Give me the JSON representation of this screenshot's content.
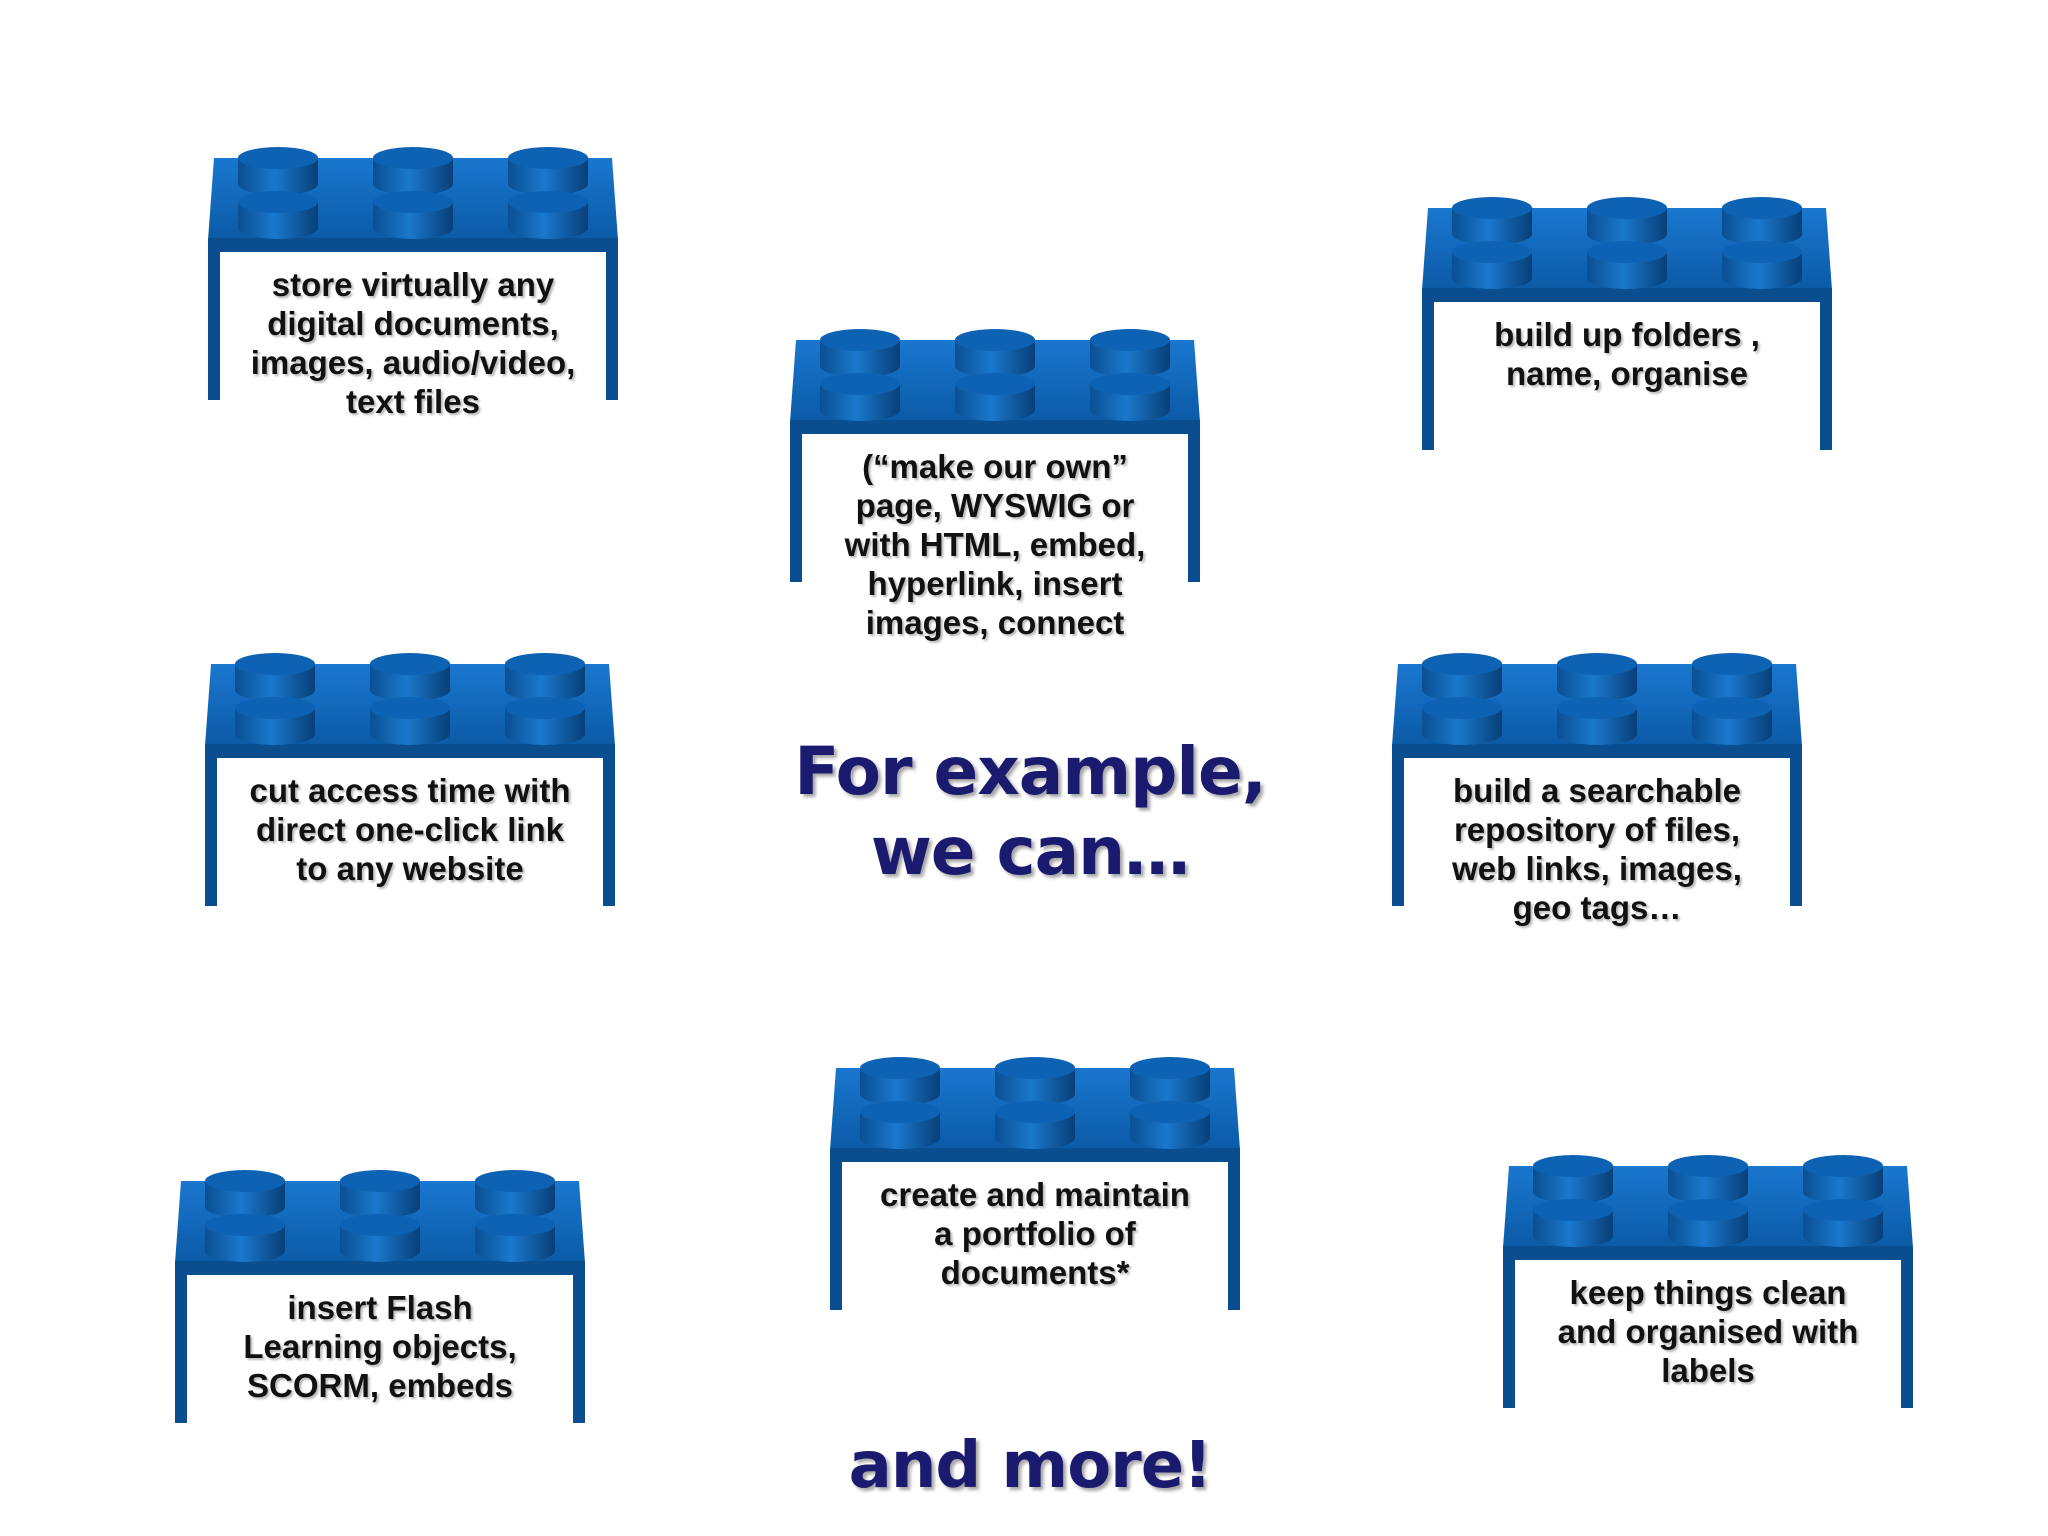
{
  "headline": "For example,\nwe can…",
  "footer": "and more!",
  "colors": {
    "brick": "#0d62b4",
    "brick_dark": "#0a4e90",
    "headline": "#1a1a6e"
  },
  "bricks": [
    {
      "text": "store virtually any\ndigital documents,\nimages, audio/video,\ntext files"
    },
    {
      "text": "(“make our own”\npage, WYSWIG or\nwith HTML, embed,\nhyperlink, insert\nimages, connect"
    },
    {
      "text": "build up folders ,\nname, organise"
    },
    {
      "text": "cut access time with\ndirect one-click link\nto any website"
    },
    {
      "text": "build a searchable\nrepository of files,\nweb links, images,\ngeo tags…"
    },
    {
      "text": "insert Flash\nLearning objects,\nSCORM, embeds"
    },
    {
      "text": "create and maintain\na portfolio of\ndocuments*"
    },
    {
      "text": "keep things clean\nand organised with\nlabels"
    }
  ]
}
